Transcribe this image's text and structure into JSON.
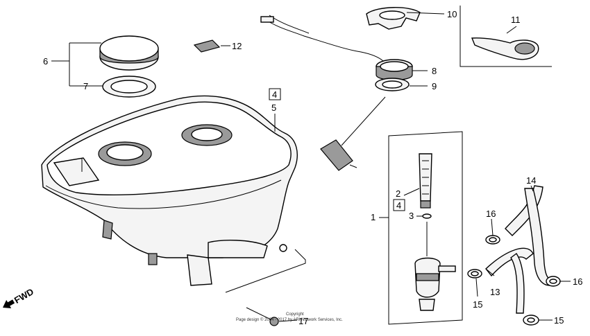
{
  "callouts": {
    "c1": "1",
    "c2": "2",
    "c3": "3",
    "c4a": "4",
    "c4b": "4",
    "c5": "5",
    "c6": "6",
    "c7": "7",
    "c8": "8",
    "c9": "9",
    "c10": "10",
    "c11": "11",
    "c12": "12",
    "c13": "13",
    "c14": "14",
    "c15a": "15",
    "c15b": "15",
    "c16a": "16",
    "c16b": "16",
    "c17": "17"
  },
  "direction_label": "FWD",
  "copyright": {
    "line1": "Copyright",
    "line2": "Page design © 2004 - 2017 by ARI Network Services, Inc."
  }
}
